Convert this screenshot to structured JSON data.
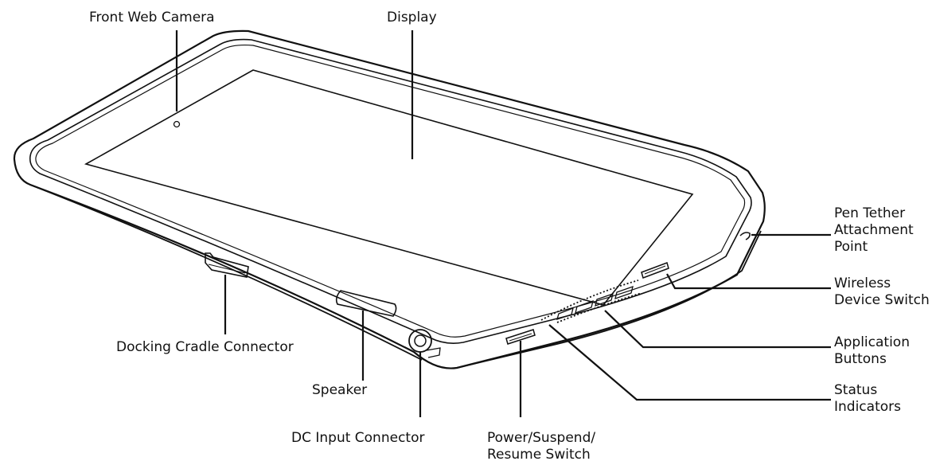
{
  "labels": {
    "front_camera": "Front Web Camera",
    "display": "Display",
    "pen_tether": [
      "Pen Tether",
      "Attachment",
      "Point"
    ],
    "wireless_switch": [
      "Wireless",
      "Device Switch"
    ],
    "application_buttons": [
      "Application",
      "Buttons"
    ],
    "status_indicators": [
      "Status",
      "Indicators"
    ],
    "docking_connector": "Docking Cradle Connector",
    "speaker": "Speaker",
    "dc_input": "DC Input Connector",
    "power_switch": [
      "Power/Suspend/",
      "Resume Switch"
    ]
  }
}
